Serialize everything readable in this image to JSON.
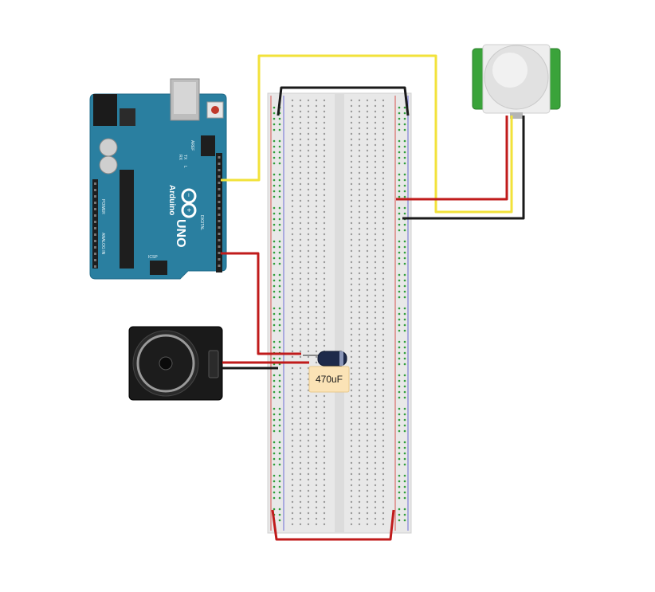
{
  "components": {
    "arduino": {
      "brand": "Arduino",
      "model": "UNO",
      "icsp_label": "ICSP",
      "tx_label": "TX",
      "rx_label": "RX",
      "l_label": "L",
      "digital_label": "DIGITAL",
      "aref_label": "AREF",
      "power_label": "POWER",
      "analog_label": "ANALOG IN",
      "board_color": "#2a7fa0"
    },
    "capacitor": {
      "label": "470uF",
      "body_color": "#1e2a4a"
    },
    "speaker": {
      "body_color": "#1a1a1a"
    },
    "pir_sensor": {
      "board_color": "#3aa33a"
    },
    "breadboard": {
      "body_color": "#e9e9e9",
      "hole_color": "#2f9e3a"
    }
  },
  "wire_colors": {
    "signal": "#f2e23a",
    "power": "#c01b1b",
    "ground": "#1a1a1a"
  }
}
